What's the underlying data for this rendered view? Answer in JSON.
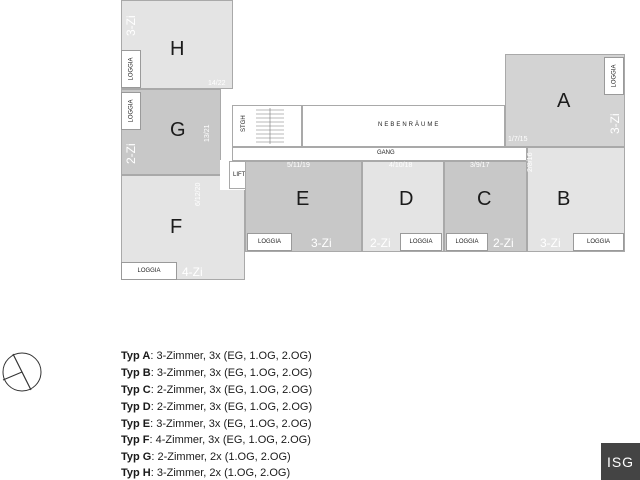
{
  "floorplan": {
    "units": {
      "A": {
        "letter": "A",
        "rooms": "3-Zi",
        "numbers": "1/7/15"
      },
      "B": {
        "letter": "B",
        "rooms": "3-Zi",
        "numbers": "2/8/16"
      },
      "C": {
        "letter": "C",
        "rooms": "2-Zi",
        "numbers": "3/9/17"
      },
      "D": {
        "letter": "D",
        "rooms": "2-Zi",
        "numbers": "4/10/18"
      },
      "E": {
        "letter": "E",
        "rooms": "3-Zi",
        "numbers": "5/11/19"
      },
      "F": {
        "letter": "F",
        "rooms": "4-Zi",
        "numbers": "6/12/20"
      },
      "G": {
        "letter": "G",
        "rooms": "2-Zi",
        "numbers": "13/21"
      },
      "H": {
        "letter": "H",
        "rooms": "3-Zi",
        "numbers": "14/22"
      }
    },
    "loggia_label": "LOGGIA",
    "nebenraume": "NEBENRÄUME",
    "gang": "GANG",
    "stgh": "STGH",
    "lift": "LIFT"
  },
  "legend": [
    {
      "type": "Typ A",
      "text": ":   3-Zimmer, 3x (EG, 1.OG, 2.OG)"
    },
    {
      "type": "Typ B",
      "text": ":   3-Zimmer, 3x (EG, 1.OG, 2.OG)"
    },
    {
      "type": "Typ C",
      "text": ":   2-Zimmer, 3x (EG, 1.OG, 2.OG)"
    },
    {
      "type": "Typ D",
      "text": ":   2-Zimmer, 3x (EG, 1.OG, 2.OG)"
    },
    {
      "type": "Typ E",
      "text": ":   3-Zimmer, 3x (EG, 1.OG, 2.OG)"
    },
    {
      "type": "Typ F",
      "text": ":   4-Zimmer, 3x (EG, 1.OG, 2.OG)"
    },
    {
      "type": "Typ G",
      "text": ":   2-Zimmer, 2x (1.OG, 2.OG)"
    },
    {
      "type": "Typ H",
      "text": ":   3-Zimmer, 2x (1.OG, 2.OG)"
    }
  ],
  "logo": "ISG",
  "icons": {
    "north_arrow": "compass-icon"
  }
}
